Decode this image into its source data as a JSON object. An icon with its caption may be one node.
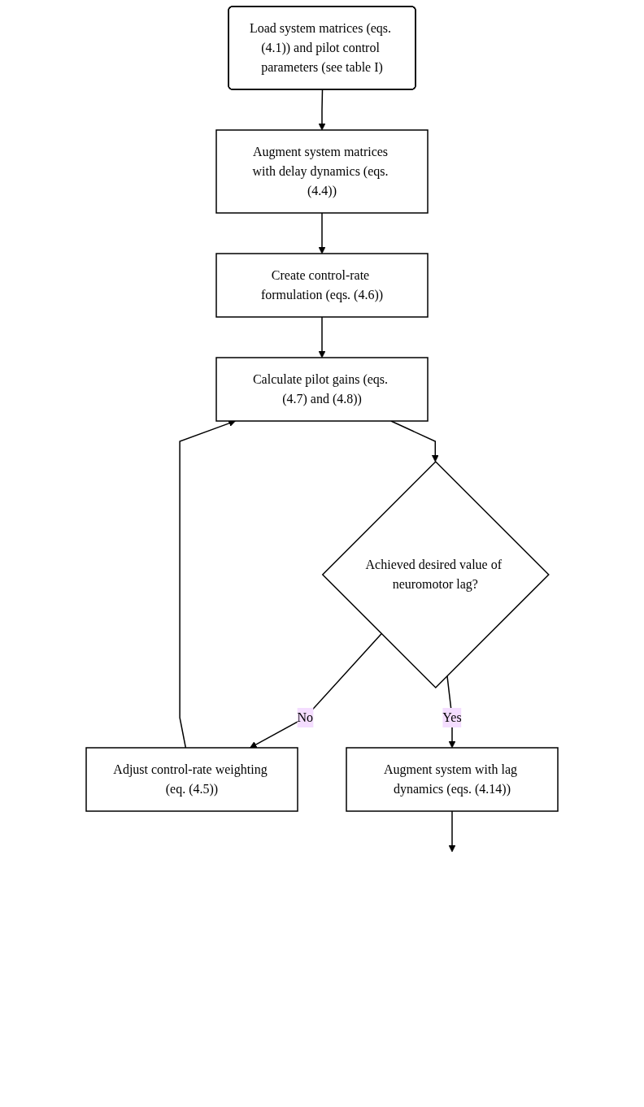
{
  "diagram": {
    "nodes": [
      {
        "text": [
          "Load system matrices (eqs. (4.1)) and pilot control parameters (see table I)"
        ]
      },
      {
        "text": [
          "Augment system matrices with delay dynamics (eqs. (4.4))"
        ]
      },
      {
        "text": [
          "Create control-rate formulation (eqs. (4.6))"
        ]
      },
      {
        "text": [
          "Calculate pilot gains (eqs. (4.7) and (4.8))"
        ]
      },
      {
        "text": [
          "Adjust control-rate weighting (eq. (4.5))"
        ]
      },
      {
        "text": [
          "Achieved desired value of neuromotor lag?"
        ]
      },
      {
        "text": [
          "Augment system with lag dynamics (eqs. (4.14))"
        ]
      }
    ],
    "edges": [
      {
        "from": 0,
        "to": 1,
        "arrow": "to"
      },
      {
        "from": 1,
        "to": 2,
        "arrow": "to"
      },
      {
        "from": 2,
        "to": 3,
        "arrow": "to"
      },
      {
        "from": 3,
        "to": 5,
        "arrow": "to"
      },
      {
        "from": 5,
        "to": 4,
        "arrow": "to",
        "label": "No"
      },
      {
        "from": 4,
        "to": 3,
        "arrow": "to"
      },
      {
        "from": 5,
        "to": 6,
        "arrow": "to",
        "label": "Yes"
      },
      {
        "from": 6,
        "to": null,
        "arrow": "to"
      }
    ]
  }
}
